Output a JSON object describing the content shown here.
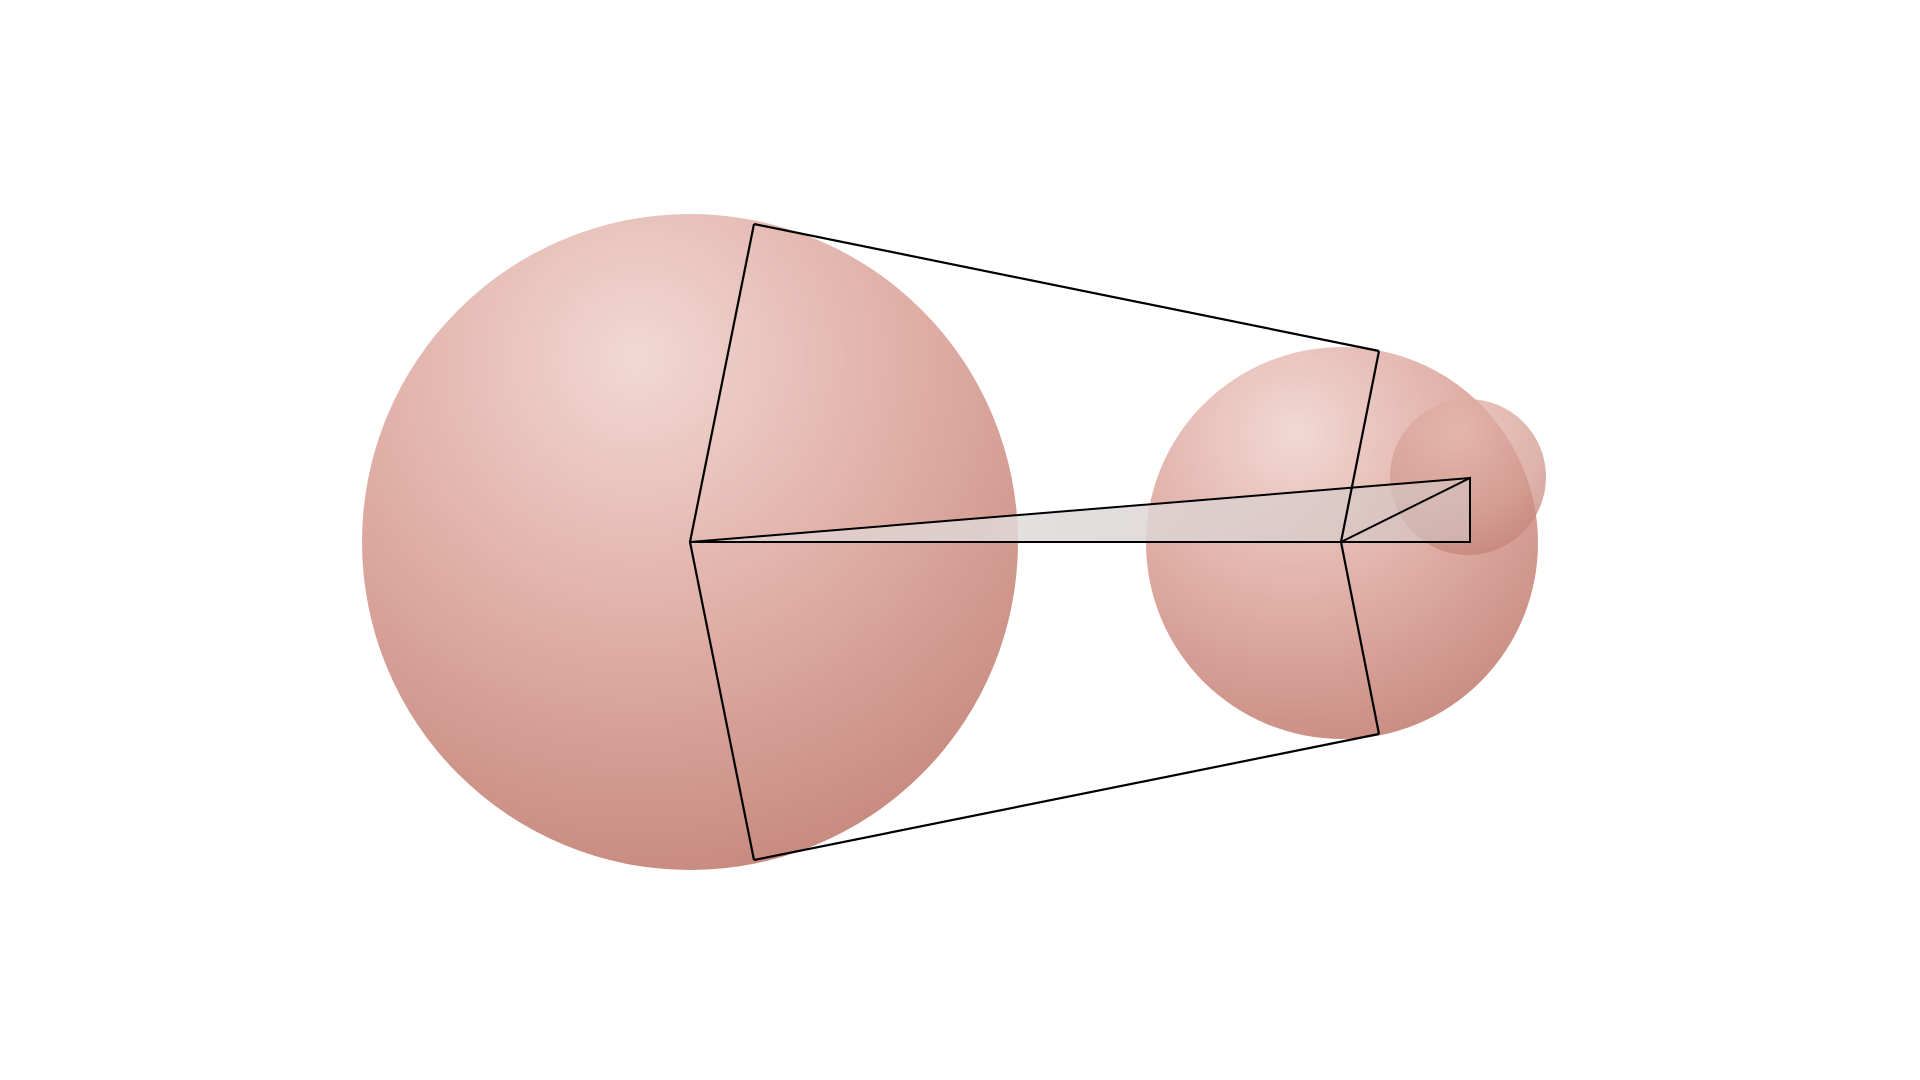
{
  "diagram": {
    "background_color": "#ffffff",
    "sphere_colors": {
      "highlight": "#f2d8d3",
      "mid": "#ddaaa1",
      "shadow": "#c4857a"
    },
    "outline_color": "#000000",
    "wedge_fill": "#dcd6d6",
    "elements": [
      {
        "id": "large-sphere",
        "kind": "sphere"
      },
      {
        "id": "medium-sphere",
        "kind": "sphere"
      },
      {
        "id": "small-sphere",
        "kind": "sphere"
      },
      {
        "id": "large-sector-outline",
        "kind": "sector"
      },
      {
        "id": "connector-lines",
        "kind": "lines"
      },
      {
        "id": "medium-sector-outline",
        "kind": "sector"
      },
      {
        "id": "shaded-wedge",
        "kind": "wedge"
      },
      {
        "id": "small-triangle",
        "kind": "triangle"
      }
    ]
  }
}
